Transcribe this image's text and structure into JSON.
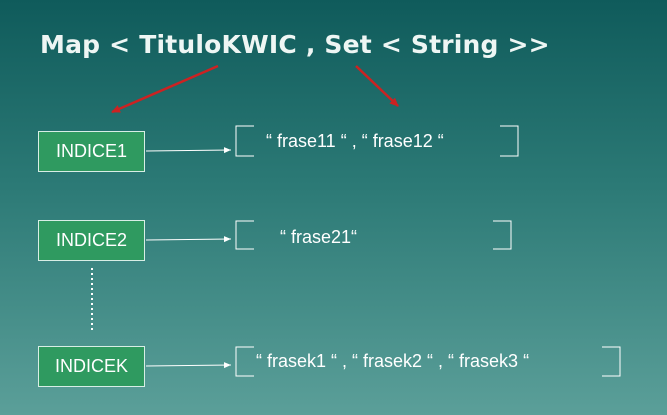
{
  "diagram": {
    "title": "Map < TituloKWIC , Set < String >>",
    "nodes": [
      {
        "label": "INDICE1",
        "set": "“ frase11  “ , “ frase12 “"
      },
      {
        "label": "INDICE2",
        "set": "“  frase21“"
      },
      {
        "label": "INDICEK",
        "set": "“ frasek1 “ , “ frasek2 “ , “ frasek3 “"
      }
    ]
  },
  "colors": {
    "node_fill": "#2f9a60",
    "pointer_arrow": "#cc2222",
    "connector": "#ffffff"
  }
}
